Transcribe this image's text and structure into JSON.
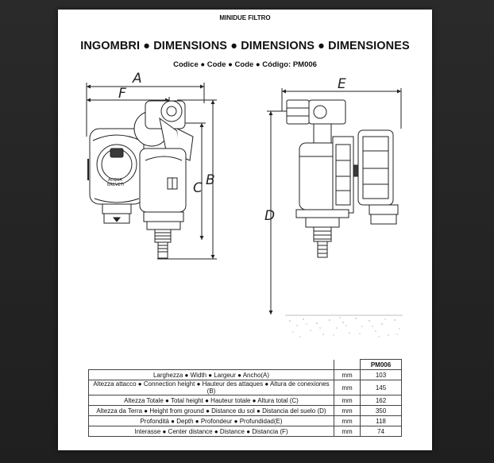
{
  "document": {
    "label": "MINIDUE FILTRO",
    "title": "INGOMBRI ● DIMENSIONS ● DIMENSIONS ● DIMENSIONES",
    "code_line": "Codice ● Code ● Code ● Código: PM006"
  },
  "drawing": {
    "labels": {
      "a": "A",
      "b": "B",
      "c": "C",
      "d": "D",
      "e": "E",
      "f": "F"
    },
    "product_mark": {
      "line1": "ACQUA",
      "line2": "BREVETI"
    }
  },
  "table": {
    "code_header": "PM006",
    "rows": [
      {
        "desc": "Larghezza ● Width ● Largeur ● Ancho(A)",
        "unit": "mm",
        "value": "103"
      },
      {
        "desc": "Altezza attacco ● Connection height ● Hauteur des attaques ● Altura de conexiones (B)",
        "unit": "mm",
        "value": "145"
      },
      {
        "desc": "Altezza Totale ● Total height ● Hauteur totale ● Altura total (C)",
        "unit": "mm",
        "value": "162"
      },
      {
        "desc": "Altezza da Terra ● Height from ground ● Distance du sol ● Distancia del suelo (D)",
        "unit": "mm",
        "value": "350"
      },
      {
        "desc": "Profondità ● Depth ● Profondeur ● Profundidad(E)",
        "unit": "mm",
        "value": "118"
      },
      {
        "desc": "Interasse ● Center distance ● Distance ● Distancia (F)",
        "unit": "mm",
        "value": "74"
      }
    ]
  }
}
